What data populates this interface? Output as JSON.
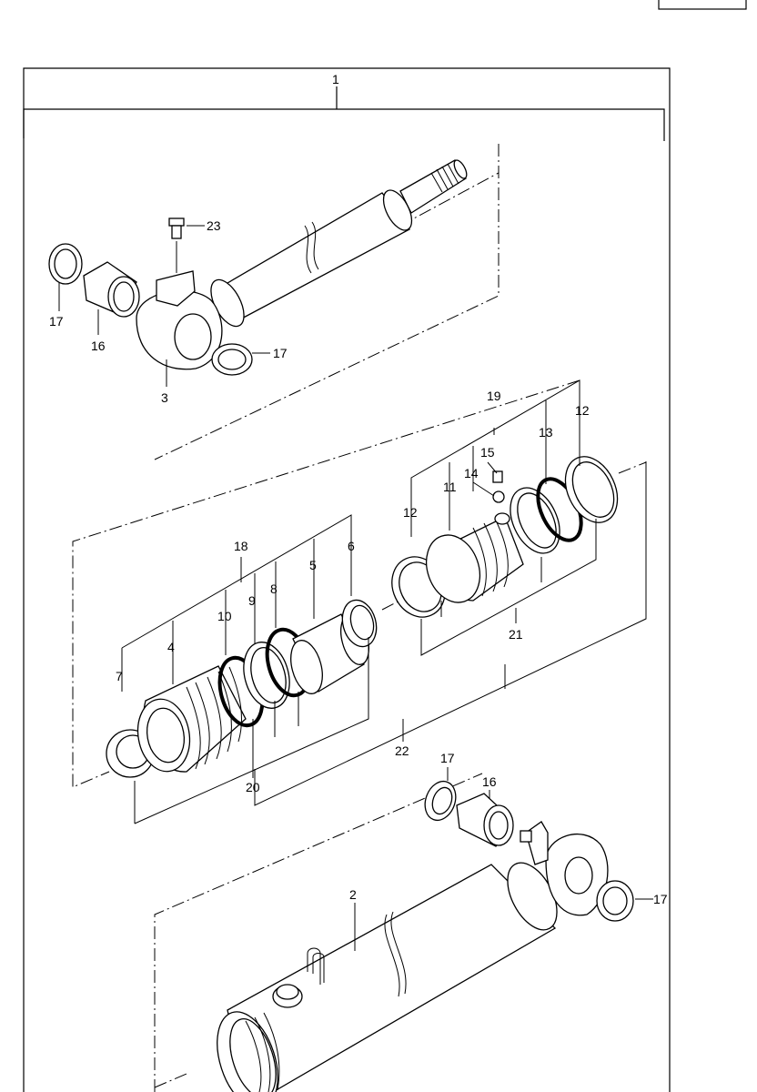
{
  "labels": {
    "assembly": "1",
    "tube": "2",
    "rod_eye": "3",
    "piston_4": "4",
    "spacer_5": "5",
    "seal_6": "6",
    "seal_7": "7",
    "ring_8": "8",
    "ring_9": "9",
    "ring_10": "10",
    "piston_11": "11",
    "ring_12a": "12",
    "ring_12b": "12",
    "ring_13": "13",
    "ball_14": "14",
    "screw_15": "15",
    "bushing_16a": "16",
    "bushing_16b": "16",
    "seal_17a": "17",
    "seal_17b": "17",
    "seal_17c": "17",
    "seal_17d": "17",
    "kit_18": "18",
    "kit_19": "19",
    "ring_20": "20",
    "kit_21": "21",
    "kit_22": "22",
    "grease_23": "23"
  },
  "colors": {
    "ink": "#000000",
    "paper": "#ffffff"
  }
}
